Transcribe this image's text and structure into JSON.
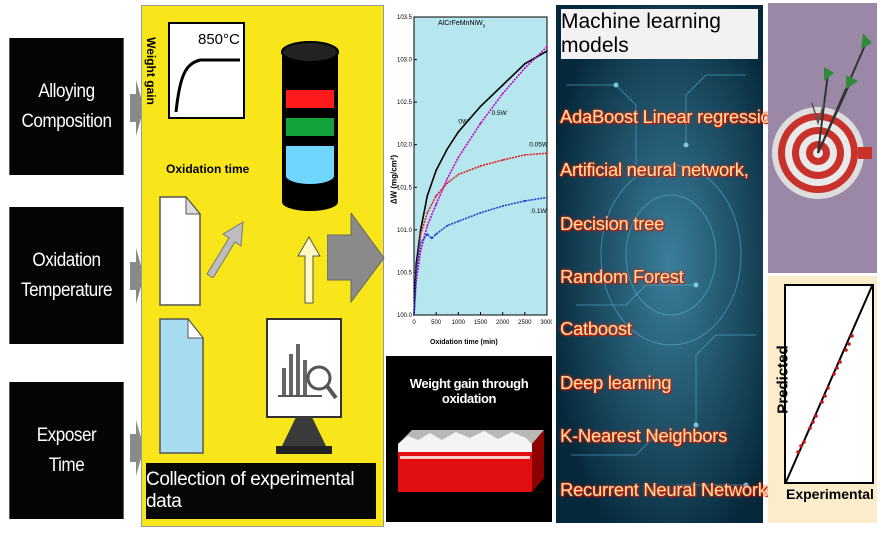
{
  "inputs": [
    {
      "label": "Alloying\nComposition",
      "line1": "Alloying",
      "line2": "Composition"
    },
    {
      "label": "Oxidation\nTemperature",
      "line1": "Oxidation",
      "line2": "Temperature"
    },
    {
      "label": "Exposer\nTime",
      "line1": "Exposer",
      "line2": "Time"
    }
  ],
  "collection": {
    "inset": {
      "y_label": "Weight gain",
      "temp": "850°C",
      "x_label": "Oxidation time"
    },
    "caption": "Collection of experimental data"
  },
  "chart_data": {
    "type": "line",
    "title": "AlCrFeMnNiW",
    "title_subscript": "x",
    "xlabel": "Oxidation time (min)",
    "ylabel": "ΔW (mg/cm²)",
    "xlim": [
      0,
      3000
    ],
    "ylim": [
      100.0,
      103.5
    ],
    "x_ticks": [
      "0",
      "500",
      "1000",
      "1500",
      "2000",
      "2500",
      "3000"
    ],
    "y_ticks": [
      "100.0",
      "100.5",
      "101.0",
      "101.5",
      "102.0",
      "102.5",
      "103.0",
      "103.5"
    ],
    "series": [
      {
        "name": "0W",
        "color": "#000000",
        "x": [
          0,
          50,
          150,
          300,
          500,
          750,
          1000,
          1500,
          2000,
          2500,
          3000
        ],
        "y": [
          100.0,
          100.6,
          101.0,
          101.4,
          101.7,
          101.95,
          102.15,
          102.45,
          102.7,
          102.95,
          103.1
        ]
      },
      {
        "name": "0.5W",
        "color": "#c800c8",
        "x": [
          0,
          50,
          150,
          300,
          500,
          750,
          1000,
          1500,
          2000,
          2500,
          3000
        ],
        "y": [
          100.0,
          100.4,
          100.75,
          101.05,
          101.3,
          101.6,
          101.85,
          102.25,
          102.6,
          102.9,
          103.15
        ]
      },
      {
        "name": "0.05W",
        "color": "#e02020",
        "x": [
          0,
          50,
          150,
          300,
          500,
          750,
          1000,
          1500,
          2000,
          2500,
          3000
        ],
        "y": [
          100.0,
          100.5,
          100.95,
          101.2,
          101.4,
          101.55,
          101.65,
          101.75,
          101.82,
          101.88,
          101.9
        ]
      },
      {
        "name": "0.1W",
        "color": "#1f3fd0",
        "x": [
          0,
          50,
          150,
          300,
          400,
          500,
          750,
          1000,
          1500,
          2000,
          2500,
          3000
        ],
        "y": [
          100.0,
          100.5,
          100.85,
          100.95,
          100.9,
          100.95,
          101.05,
          101.1,
          101.2,
          101.28,
          101.34,
          101.38
        ]
      }
    ]
  },
  "oxidation_panel": {
    "title": "Weight gain through oxidation"
  },
  "ml": {
    "title": "Machine learning models",
    "items": [
      "AdaBoost Linear regression",
      "Artificial neural network,",
      "Decision tree",
      "Random Forest",
      "Catboost",
      "Deep learning",
      "K-Nearest Neighbors",
      "Recurrent Neural Networks"
    ]
  },
  "prediction": {
    "y_label": "Predicted",
    "x_label": "Experimental"
  },
  "colors": {
    "yellow": "#f9e61a",
    "ml_bg": "#07384a",
    "target_bg": "#9b87a6",
    "pred_bg": "#fbeccb"
  }
}
